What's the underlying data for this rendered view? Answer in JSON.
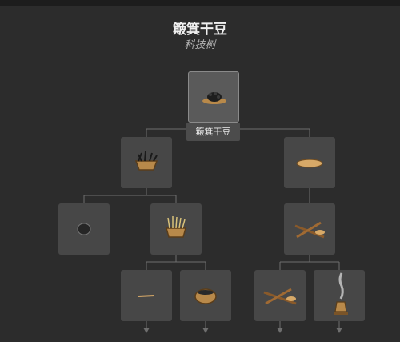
{
  "header": {
    "title": "簸箕干豆",
    "subtitle": "科技树"
  },
  "tooltip": {
    "text": "簸箕干豆"
  },
  "tree": {
    "root": {
      "icon": "basket-of-dried-beans-icon"
    },
    "left": {
      "icon": "woven-basket-icon"
    },
    "right": {
      "icon": "flat-bread-icon"
    },
    "left_a": {
      "icon": "dark-seed-icon"
    },
    "left_b": {
      "icon": "basket-with-stalks-icon"
    },
    "right_a": {
      "icon": "crossed-sticks-icon"
    },
    "leaf_1": {
      "icon": "needle-icon"
    },
    "leaf_2": {
      "icon": "round-basket-icon"
    },
    "leaf_3": {
      "icon": "crossed-sticks-icon"
    },
    "leaf_4": {
      "icon": "smoking-lantern-icon"
    }
  },
  "colors": {
    "background": "#2c2c2c",
    "node": "#474747",
    "line": "#6e6e6e",
    "item": "#b8894a"
  }
}
